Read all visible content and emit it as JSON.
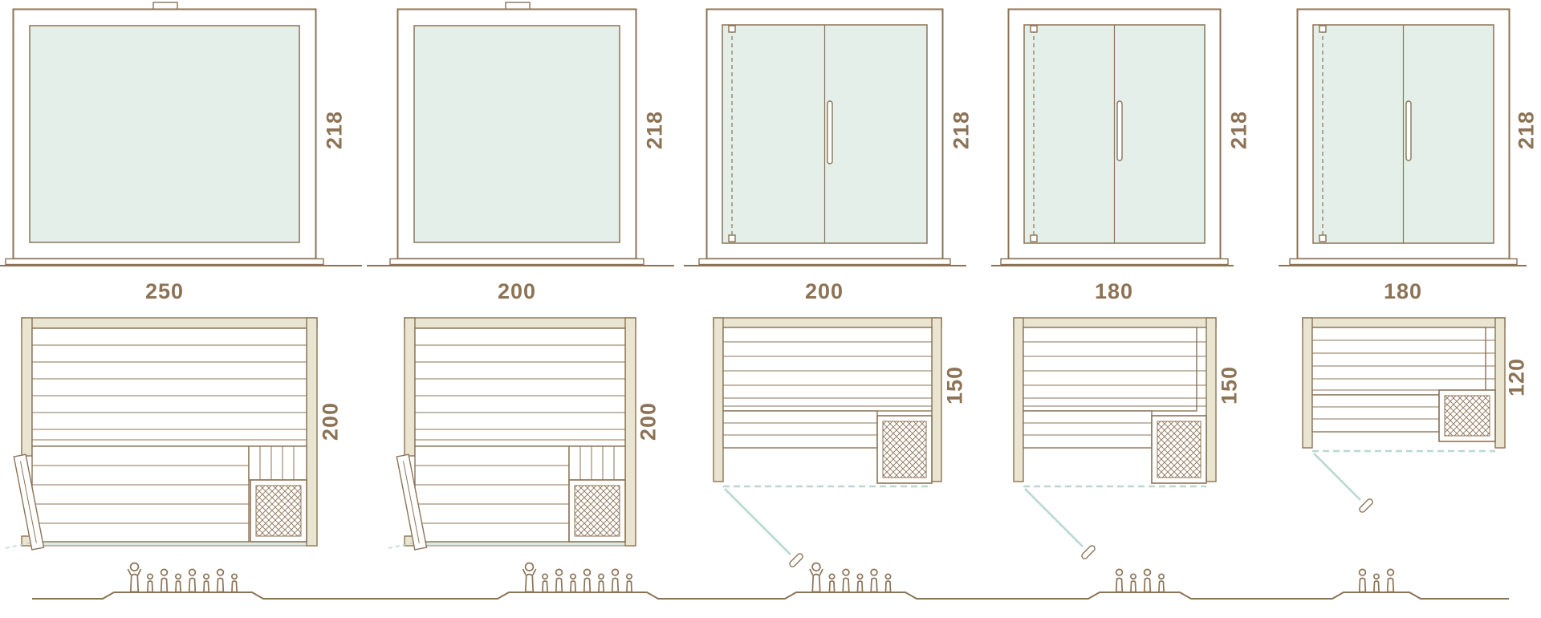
{
  "palette": {
    "line_brown": "#8c7356",
    "glass_fill": "#e4efea",
    "wall_fill": "#e9e5d1",
    "glass_teal": "#b9d8d2",
    "label_text": "#8c7356",
    "background": "#ffffff"
  },
  "icons": {
    "capacity": "person-icon",
    "heater": "heater-grill-icon",
    "door_handle": "door-handle-icon"
  },
  "models": [
    {
      "width_label": "250",
      "height_label": "218",
      "depth_label": "200",
      "capacity": 8,
      "front_style": "fixed-glass-panel"
    },
    {
      "width_label": "200",
      "height_label": "218",
      "depth_label": "200",
      "capacity": 8,
      "front_style": "fixed-glass-panel"
    },
    {
      "width_label": "200",
      "height_label": "218",
      "depth_label": "150",
      "capacity": 6,
      "front_style": "hinged-glass-door"
    },
    {
      "width_label": "180",
      "height_label": "218",
      "depth_label": "150",
      "capacity": 4,
      "front_style": "hinged-glass-door"
    },
    {
      "width_label": "180",
      "height_label": "218",
      "depth_label": "120",
      "capacity": 3,
      "front_style": "hinged-glass-door"
    }
  ]
}
